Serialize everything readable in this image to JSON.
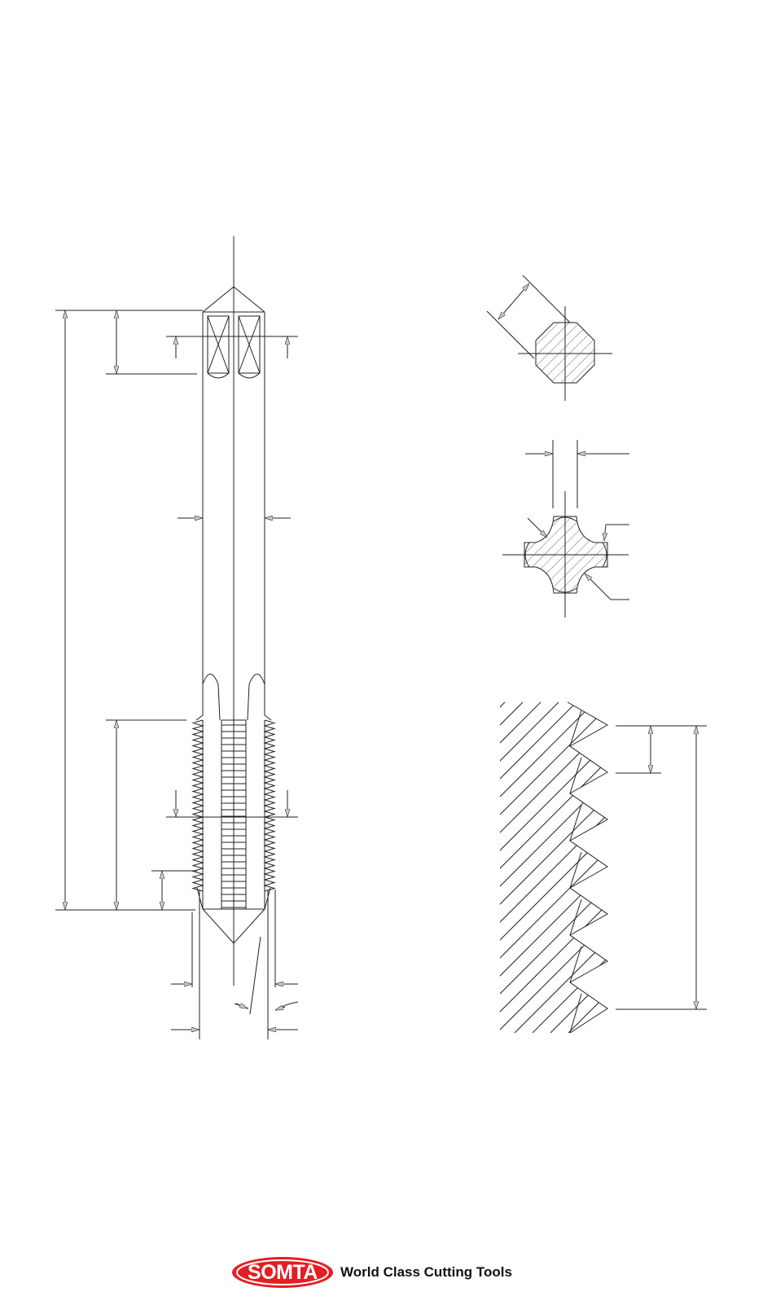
{
  "drawing": {
    "views": [
      "tap-side-view",
      "square-shank-section",
      "flute-cross-section",
      "thread-profile-detail"
    ],
    "colors": {
      "line": "#222222",
      "hatch": "#444444",
      "arrow_fill": "#cccccc",
      "background": "#ffffff"
    }
  },
  "branding": {
    "logo_text": "SOMTA",
    "tagline": "World Class Cutting Tools",
    "logo_color": "#e31e24"
  }
}
